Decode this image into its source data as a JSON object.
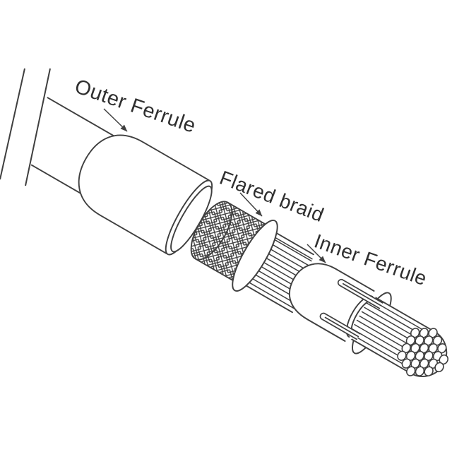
{
  "figure": {
    "type": "technical-line-drawing",
    "subject": "Coaxial cable crimp ferrule assembly",
    "background_color": "#ffffff",
    "line_color": "#3f3f3f",
    "labels": [
      {
        "id": "outer-ferrule",
        "text": "Outer Ferrule"
      },
      {
        "id": "flared-braid",
        "text": "Flared braid"
      },
      {
        "id": "inner-ferrule",
        "text": "Inner Ferrule"
      }
    ],
    "parts": [
      "cable-jacket",
      "outer-ferrule",
      "braided-shield",
      "flared-braid",
      "braid-strands-over-dielectric",
      "inner-ferrule",
      "ferrule-flange",
      "stranded-center-conductor"
    ]
  }
}
